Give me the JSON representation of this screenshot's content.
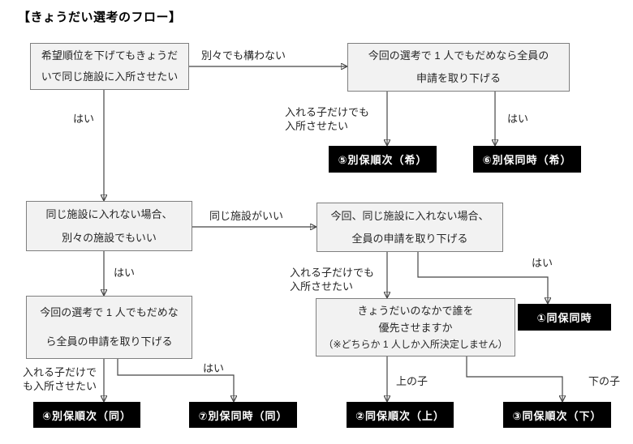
{
  "title": "【きょうだい選考のフロー】",
  "boxes": {
    "a": {
      "lines": [
        "希望順位を下げてもきょうだ",
        "いで同じ施設に入所させたい"
      ]
    },
    "b": {
      "lines": [
        "今回の選考で 1 人でもだめなら全員の",
        "申請を取り下げる"
      ]
    },
    "c": {
      "lines": [
        "同じ施設に入れない場合、",
        "別々の施設でもいい"
      ]
    },
    "d": {
      "lines": [
        "今回、同じ施設に入れない場合、",
        "全員の申請を取り下げる"
      ]
    },
    "e": {
      "lines": [
        "今回の選考で 1 人でもだめな",
        "ら全員の申請を取り下げる"
      ]
    },
    "f": {
      "lines": [
        "きょうだいのなかで誰を",
        "優先させますか",
        "（※どちらか 1 人しか入所決定しません）"
      ]
    }
  },
  "results": {
    "r1": "①同保同時",
    "r2": "②同保順次（上）",
    "r3": "③同保順次（下）",
    "r4": "④別保順次（同）",
    "r5": "⑤別保順次（希）",
    "r6": "⑥別保同時（希）",
    "r7": "⑦別保同時（同）"
  },
  "edge_labels": {
    "separate_ok": "別々でも構わない",
    "yes_a_c": "はい",
    "enter_only_b": [
      "入れる子だけでも",
      "入所させたい"
    ],
    "yes_b_6": "はい",
    "same_facility": "同じ施設がいい",
    "yes_c_e": "はい",
    "enter_only_d": [
      "入れる子だけでも",
      "入所させたい"
    ],
    "yes_d_1": "はい",
    "enter_only_e": [
      "入れる子だけで",
      "も入所させたい"
    ],
    "yes_e_7": "はい",
    "upper_child": "上の子",
    "lower_child": "下の子"
  }
}
